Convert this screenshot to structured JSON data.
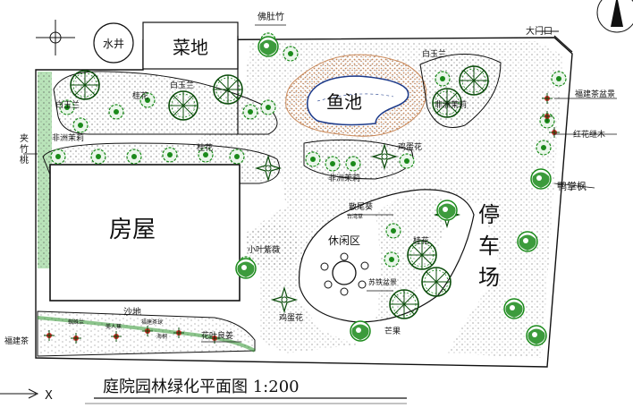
{
  "title": "庭院园林绿化平面图  1:200",
  "axis_label": "X",
  "areas": {
    "house": "房屋",
    "veg_garden": "菜地",
    "well": "水井",
    "fish_pond": "鱼池",
    "parking": [
      "停",
      "车",
      "场"
    ],
    "rest_area": "休闲区",
    "sandy": "沙地",
    "gate": "大门口"
  },
  "plants": {
    "bamboo_left": [
      "夹",
      "竹",
      "桃"
    ],
    "bamboo_top": "佛肚竹",
    "bailan_1": "白玉兰",
    "bailan_2": "白玉兰",
    "bailan_3": "白玉兰",
    "osmanthus_1": "桂花",
    "osmanthus_2": "桂花",
    "osmanthus_3": "桂花",
    "jasmine_1": "非洲茉莉",
    "jasmine_2": "非洲茉莉",
    "jasmine_3": "非洲茉莉",
    "eggflower_1": "鸡蛋花",
    "eggflower_2": "鸡蛋花",
    "fujian_azalea": "福建茶盆景",
    "fujian_tea": "福建茶",
    "red_loropetalum": "红花继木",
    "maple": "鸭掌枫",
    "scattered_tail": "散尾葵",
    "small_leaf_purple": "小叶紫薇",
    "mango": "芒果",
    "crape": "花叶良姜",
    "palm": "苏铁盆景",
    "small_label_1": "蜘蛛兰",
    "small_label_2": "美人蕉",
    "small_label_3": "海桐",
    "small_label_4": "台湾草",
    "small_label_5": "福建茶球"
  },
  "colors": {
    "tree": "#1a8a1a",
    "tree_dark": "#0b4d0b",
    "pond_border": "#c9895a",
    "flower_red": "#d21f1f",
    "bamboo": "#2fae2f"
  }
}
